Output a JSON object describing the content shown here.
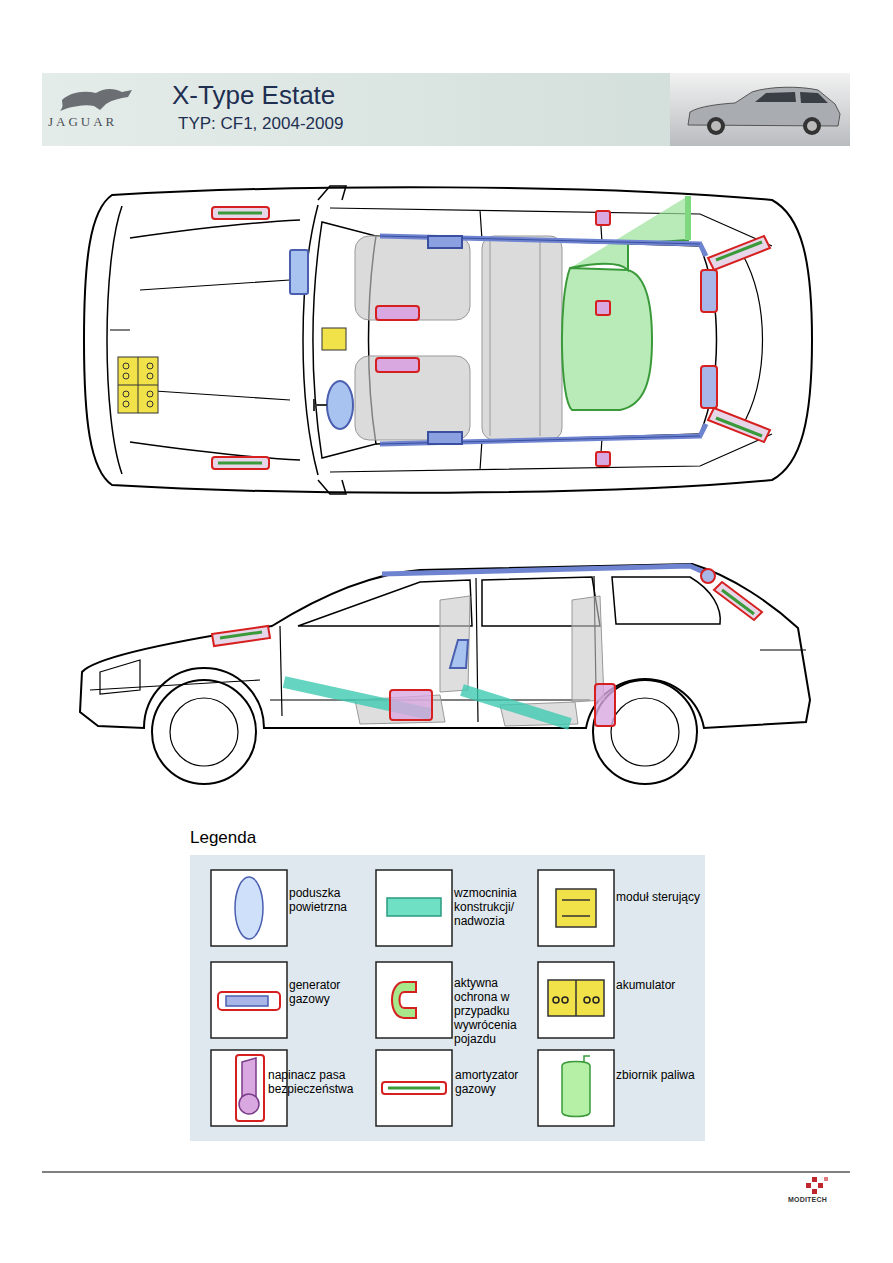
{
  "diagram": {
    "title": "X-Type Estate",
    "labels": [
      "JAGUAR",
      "TYP: CF1, 2004-2009",
      "Legenda",
      "MODITECH"
    ],
    "legend": [
      {
        "text": "poduszka powietrzna"
      },
      {
        "text": "wzmocninia konstrukcji/ nadwozia"
      },
      {
        "text": "moduł sterujący"
      },
      {
        "text": "generator gazowy"
      },
      {
        "text": "aktywna ochrona w przypadku wywrócenia pojazdu"
      },
      {
        "text": "akumulator"
      },
      {
        "text": "napinacz pasa bezpieczeństwa"
      },
      {
        "text": "amortyzator gazowy"
      },
      {
        "text": "zbiornik paliwa"
      }
    ]
  }
}
